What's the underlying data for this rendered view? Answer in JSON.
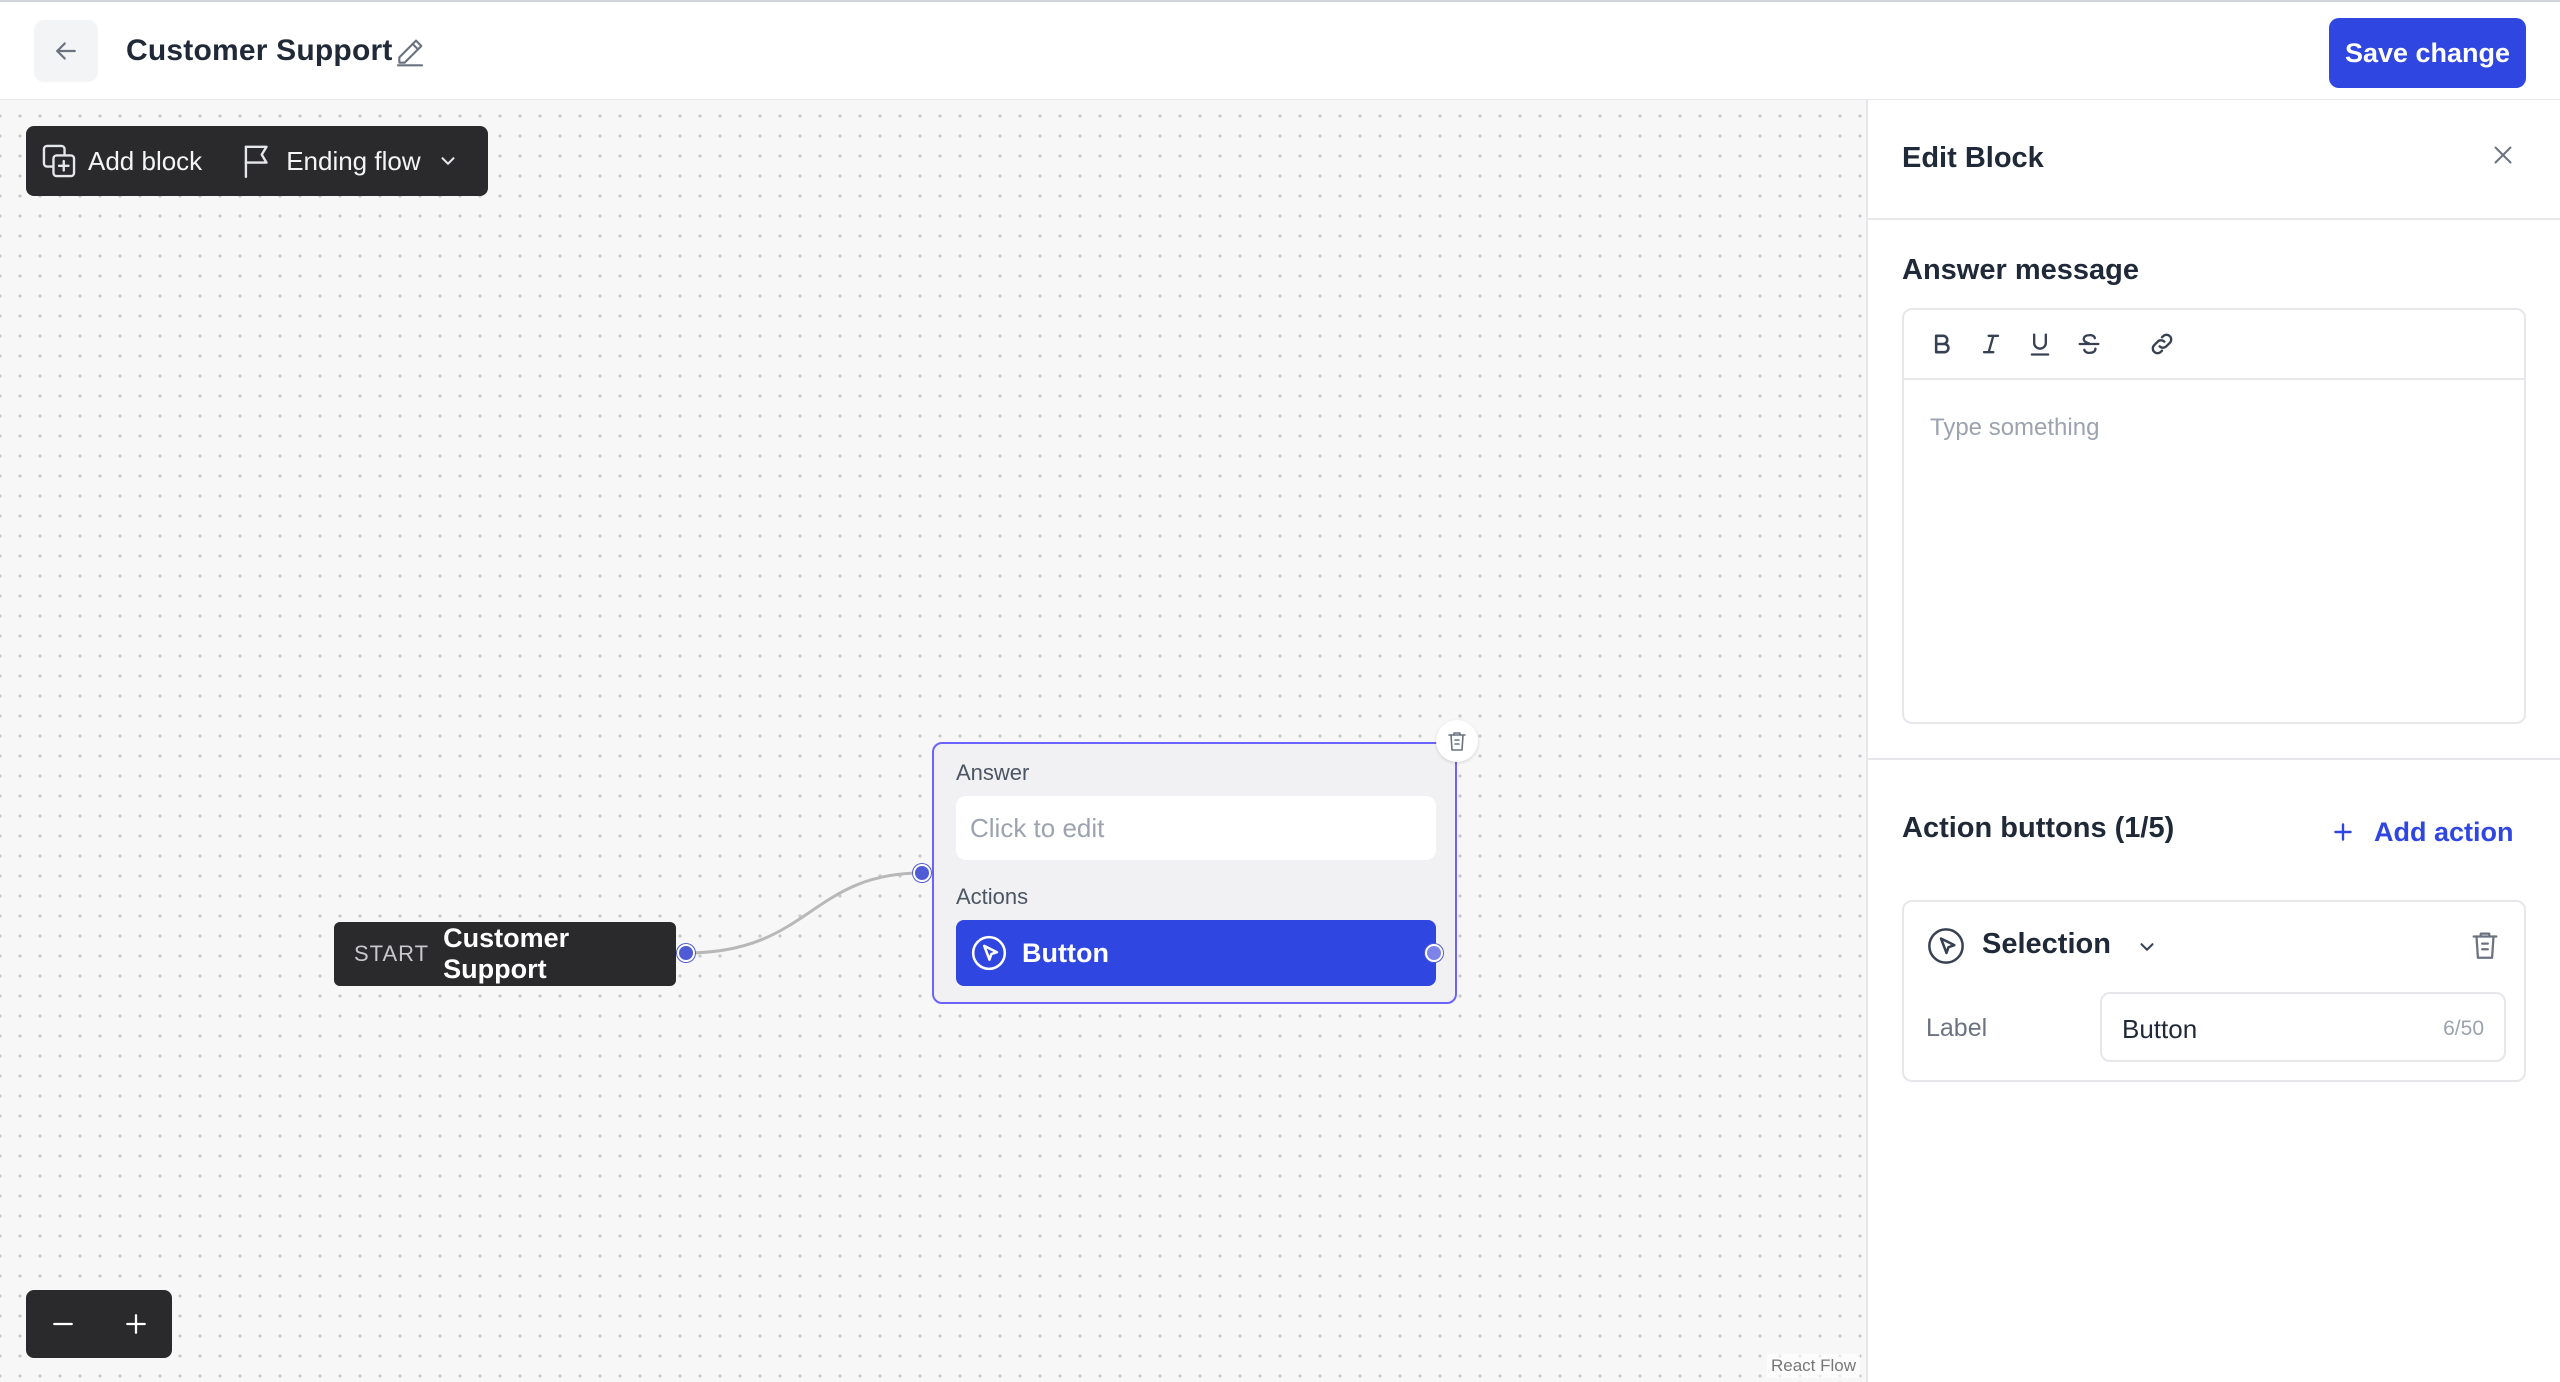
{
  "header": {
    "title": "Customer Support",
    "save_label": "Save change"
  },
  "toolbar": {
    "add_block_label": "Add block",
    "ending_flow_label": "Ending flow"
  },
  "canvas": {
    "start_node": {
      "tag": "START",
      "name": "Customer Support"
    },
    "answer_node": {
      "answer_label": "Answer",
      "placeholder": "Click to edit",
      "actions_label": "Actions",
      "button_label": "Button"
    },
    "attribution": "React Flow"
  },
  "panel": {
    "title": "Edit Block",
    "answer_message_title": "Answer message",
    "editor_placeholder": "Type something",
    "formatting": [
      "bold-icon",
      "italic-icon",
      "underline-icon",
      "strikethrough-icon",
      "link-icon"
    ],
    "action_buttons_title": "Action buttons (1/5)",
    "add_action_label": "Add action",
    "action": {
      "type_label": "Selection",
      "label_caption": "Label",
      "label_value": "Button",
      "char_count": "6/50"
    }
  },
  "colors": {
    "accent": "#2f46e1",
    "node_border": "#6c63ff",
    "dark_surface": "#2a2a2d"
  }
}
